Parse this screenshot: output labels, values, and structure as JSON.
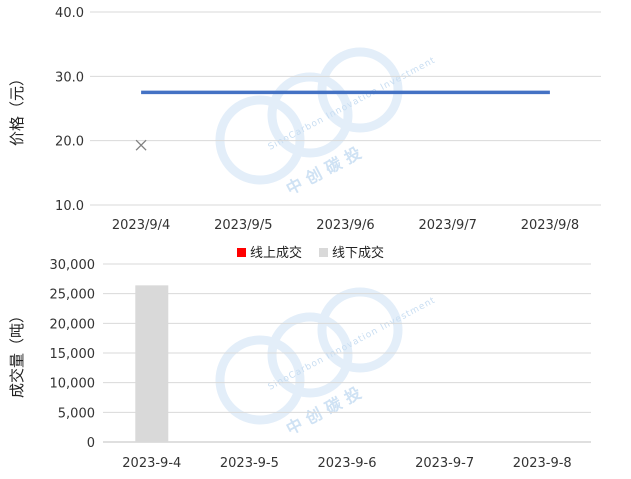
{
  "chart_data": [
    {
      "type": "line",
      "categories": [
        "2023/9/4",
        "2023/9/5",
        "2023/9/6",
        "2023/9/7",
        "2023/9/8"
      ],
      "series": [
        {
          "values": [
            27.5,
            27.5,
            27.5,
            27.5,
            27.5
          ],
          "color": "#4472C4"
        },
        {
          "values": [
            19.3,
            null,
            null,
            null,
            null
          ],
          "marker": "x",
          "color": "#808080"
        }
      ],
      "ylabel": "价格（元）",
      "ylim": [
        10,
        40
      ],
      "yticks": [
        "10.0",
        "20.0",
        "30.0",
        "40.0"
      ],
      "grid": true
    },
    {
      "type": "bar",
      "categories": [
        "2023-9-4",
        "2023-9-5",
        "2023-9-6",
        "2023-9-7",
        "2023-9-8"
      ],
      "series": [
        {
          "name": "线上成交",
          "values": [
            0,
            0,
            0,
            0,
            0
          ],
          "color": "#FF0000"
        },
        {
          "name": "线下成交",
          "values": [
            26400,
            0,
            0,
            0,
            0
          ],
          "color": "#D9D9D9"
        }
      ],
      "ylabel": "成交量（吨）",
      "ylim": [
        0,
        30000
      ],
      "yticks": [
        "0",
        "5,000",
        "10,000",
        "15,000",
        "20,000",
        "25,000",
        "30,000"
      ],
      "grid": true,
      "legend": "top-center"
    }
  ],
  "watermark": {
    "text": "SinoCarbon Innovation Investment",
    "cn": "中创碳投"
  }
}
